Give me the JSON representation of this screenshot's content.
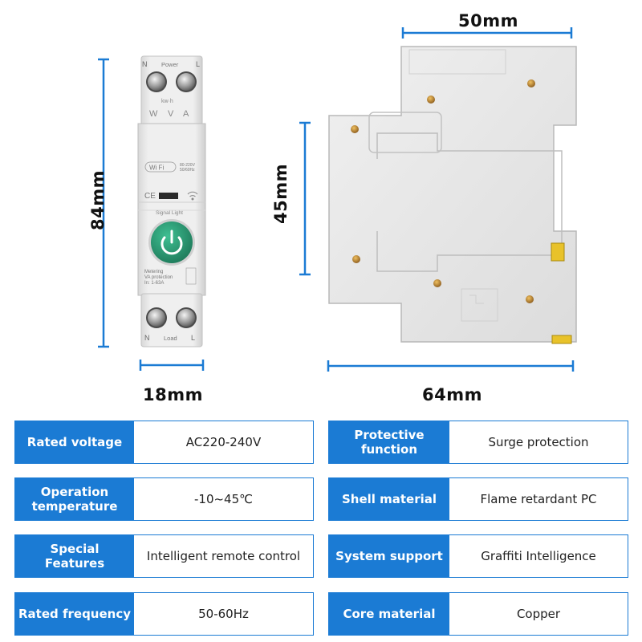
{
  "dimensions": {
    "height_breaker": "84mm",
    "width_breaker": "18mm",
    "height_side": "45mm",
    "depth_top": "50mm",
    "depth_side": "64mm"
  },
  "device": {
    "top_left_terminal": "N",
    "top_label": "Power",
    "top_right_terminal": "L",
    "kwh_label": "kw·h",
    "meter_icons": [
      "W",
      "V",
      "A"
    ],
    "wifi_badge": "Wi Fi",
    "voltage_line1": "80-220V",
    "voltage_line2": "50/60Hz",
    "ce_mark": "CE",
    "signal_light": "Signal Light",
    "info_line1": "Metering",
    "info_line2": "VA protection",
    "info_line3": "In: 1-63A",
    "bottom_left_terminal": "N",
    "bottom_label": "Load",
    "bottom_right_terminal": "L"
  },
  "specs": [
    {
      "label": "Rated voltage",
      "value": "AC220-240V"
    },
    {
      "label": "Protective function",
      "value": "Surge protection"
    },
    {
      "label": "Operation temperature",
      "value": "-10~45℃"
    },
    {
      "label": "Shell material",
      "value": "Flame retardant PC"
    },
    {
      "label": "Special Features",
      "value": "Intelligent remote control"
    },
    {
      "label": "System support",
      "value": "Graffiti Intelligence"
    },
    {
      "label": "Rated frequency",
      "value": "50-60Hz"
    },
    {
      "label": "Core material",
      "value": "Copper"
    }
  ],
  "colors": {
    "accent_blue": "#1b7bd4",
    "button_green": "#2a9a74",
    "device_body": "#eeeeee"
  }
}
